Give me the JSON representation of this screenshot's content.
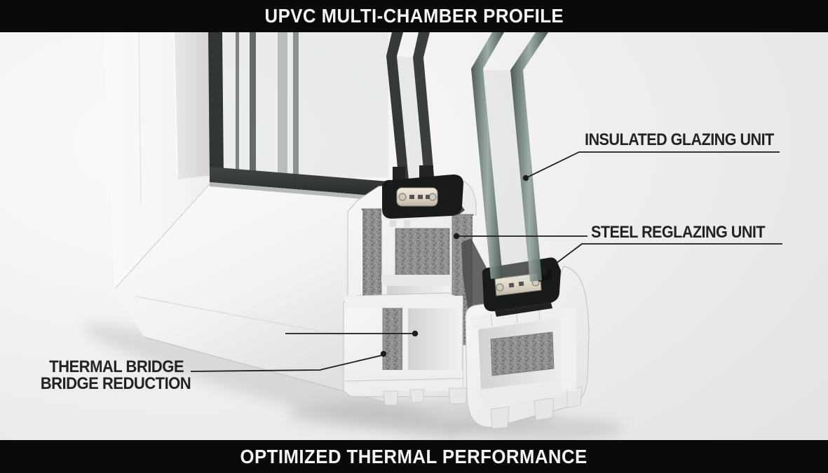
{
  "header": {
    "title": "UPVC MULTI-CHAMBER PROFILE"
  },
  "footer": {
    "title": "OPTIMIZED THERMAL PERFORMANCE"
  },
  "callouts": {
    "insulated_glazing": {
      "label": "INSULATED GLAZING UNIT"
    },
    "steel_reglazing": {
      "label": "STEEL REGLAZING UNIT"
    },
    "thermal_bridge": {
      "line1": "THERMAL BRIDGE",
      "line2": "BRIDGE REDUCTION"
    }
  },
  "colors": {
    "bar_background": "#0a0a0a",
    "bar_text": "#f5f5f5",
    "label_text": "#232323",
    "leader_line": "#1c1c1c",
    "pvc_white": "#f2f2f0",
    "foam_gray": "#8f8f8d",
    "glass_green": "#7d8f88",
    "gasket_black": "#191b1a"
  }
}
